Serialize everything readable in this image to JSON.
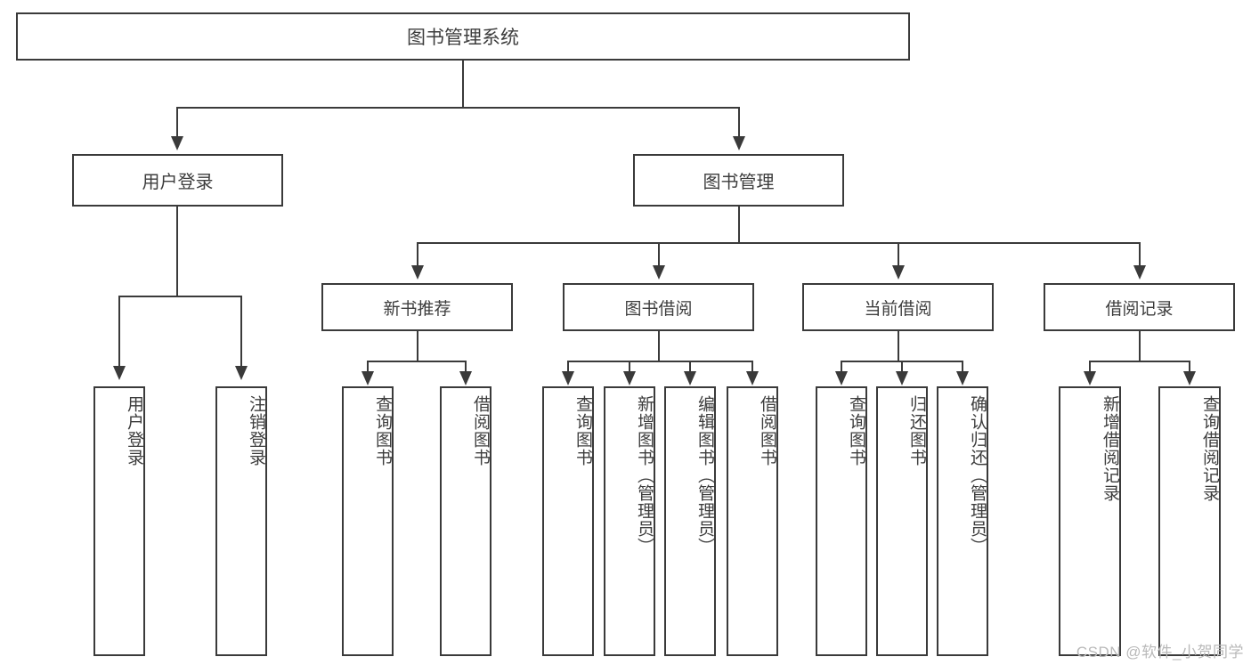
{
  "diagram": {
    "title": "图书管理系统",
    "type": "functional-structure-tree",
    "watermark": "CSDN @软件_小贺同学",
    "colors": {
      "background": "#ffffff",
      "stroke": "#3a3a3a",
      "text": "#3d3d3d",
      "watermark": "#b9b9b9"
    }
  },
  "root": {
    "label": "图书管理系统"
  },
  "level2": [
    {
      "label": "用户登录"
    },
    {
      "label": "图书管理"
    }
  ],
  "level3": [
    {
      "label": "新书推荐"
    },
    {
      "label": "图书借阅"
    },
    {
      "label": "当前借阅"
    },
    {
      "label": "借阅记录"
    }
  ],
  "leaves": {
    "user_login": [
      {
        "label": "用户登录"
      },
      {
        "label": "注销登录"
      }
    ],
    "new_book_recommend": [
      {
        "label": "查询图书"
      },
      {
        "label": "借阅图书"
      }
    ],
    "book_borrow": [
      {
        "label": "查询图书"
      },
      {
        "label": "新增图书（管理员）"
      },
      {
        "label": "编辑图书（管理员）"
      },
      {
        "label": "借阅图书"
      }
    ],
    "current_borrow": [
      {
        "label": "查询图书"
      },
      {
        "label": "归还图书"
      },
      {
        "label": "确认归还（管理员）"
      }
    ],
    "borrow_record": [
      {
        "label": "新增借阅记录"
      },
      {
        "label": "查询借阅记录"
      }
    ]
  }
}
